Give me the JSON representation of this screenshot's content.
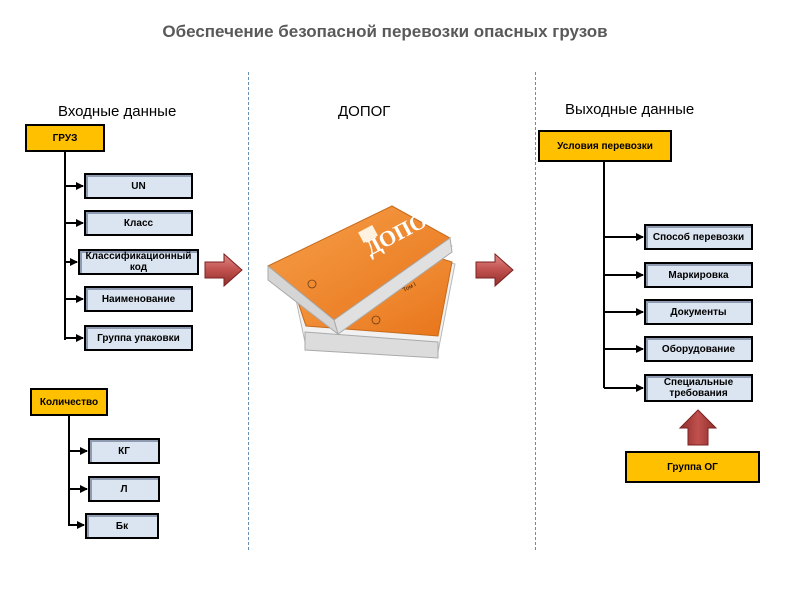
{
  "title": "Обеспечение безопасной перевозки опасных грузов",
  "headings": {
    "input": "Входные данные",
    "adr": "ДОПОГ",
    "output": "Выходные данные"
  },
  "cargo": {
    "label": "ГРУЗ",
    "items": [
      "UN",
      "Класс",
      "Классификационный код",
      "Наименование",
      "Группа упаковки"
    ]
  },
  "quantity": {
    "label": "Количество",
    "items": [
      "КГ",
      "Л",
      "Бк"
    ]
  },
  "book": {
    "title": "ДОПОГ",
    "volume": "Том I"
  },
  "conditions": {
    "label": "Условия перевозки",
    "items": [
      "Способ перевозки",
      "Маркировка",
      "Документы",
      "Оборудование",
      "Специальные требования"
    ]
  },
  "group_og": "Группа ОГ",
  "colors": {
    "orange_box": "#ffc000",
    "blue_box": "#dbe5f1",
    "arrow_red": "#c0504d",
    "book_orange": "#f28c28"
  }
}
